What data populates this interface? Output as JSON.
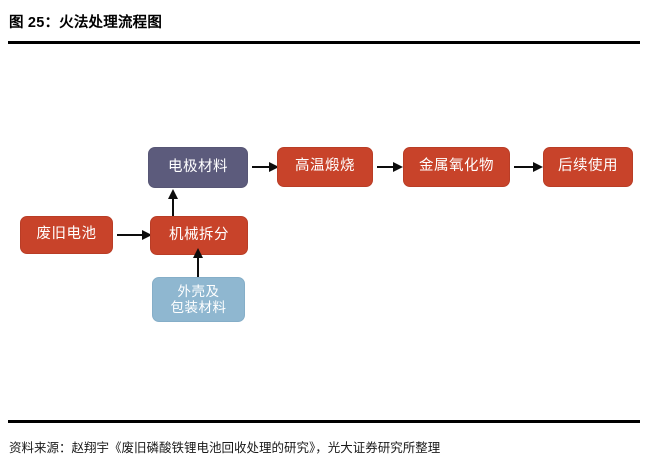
{
  "figure": {
    "title": "图 25：火法处理流程图",
    "source": "资料来源：赵翔宇《废旧磷酸铁锂电池回收处理的研究》，光大证券研究所整理"
  },
  "colors": {
    "red": "#c8432a",
    "purple": "#5c5b7c",
    "blue": "#8fb7d0",
    "arrow": "#0d0d0d",
    "rule": "#000000",
    "text_on_node": "#ffffff"
  },
  "chart_data": {
    "type": "diagram",
    "title": "图 25：火法处理流程图",
    "nodes": [
      {
        "id": "waste_battery",
        "label": "废旧电池",
        "color": "red"
      },
      {
        "id": "mechanical_disassembly",
        "label": "机械拆分",
        "color": "red"
      },
      {
        "id": "shell_packaging",
        "label": "外壳及\n包装材料",
        "color": "blue"
      },
      {
        "id": "electrode_material",
        "label": "电极材料",
        "color": "purple"
      },
      {
        "id": "high_temp_calcination",
        "label": "高温煅烧",
        "color": "red"
      },
      {
        "id": "metal_oxide",
        "label": "金属氧化物",
        "color": "red"
      },
      {
        "id": "subsequent_use",
        "label": "后续使用",
        "color": "red"
      }
    ],
    "edges": [
      {
        "from": "waste_battery",
        "to": "mechanical_disassembly",
        "direction": "right"
      },
      {
        "from": "shell_packaging",
        "to": "mechanical_disassembly",
        "direction": "up"
      },
      {
        "from": "mechanical_disassembly",
        "to": "electrode_material",
        "direction": "up"
      },
      {
        "from": "electrode_material",
        "to": "high_temp_calcination",
        "direction": "right"
      },
      {
        "from": "high_temp_calcination",
        "to": "metal_oxide",
        "direction": "right"
      },
      {
        "from": "metal_oxide",
        "to": "subsequent_use",
        "direction": "right"
      }
    ]
  }
}
